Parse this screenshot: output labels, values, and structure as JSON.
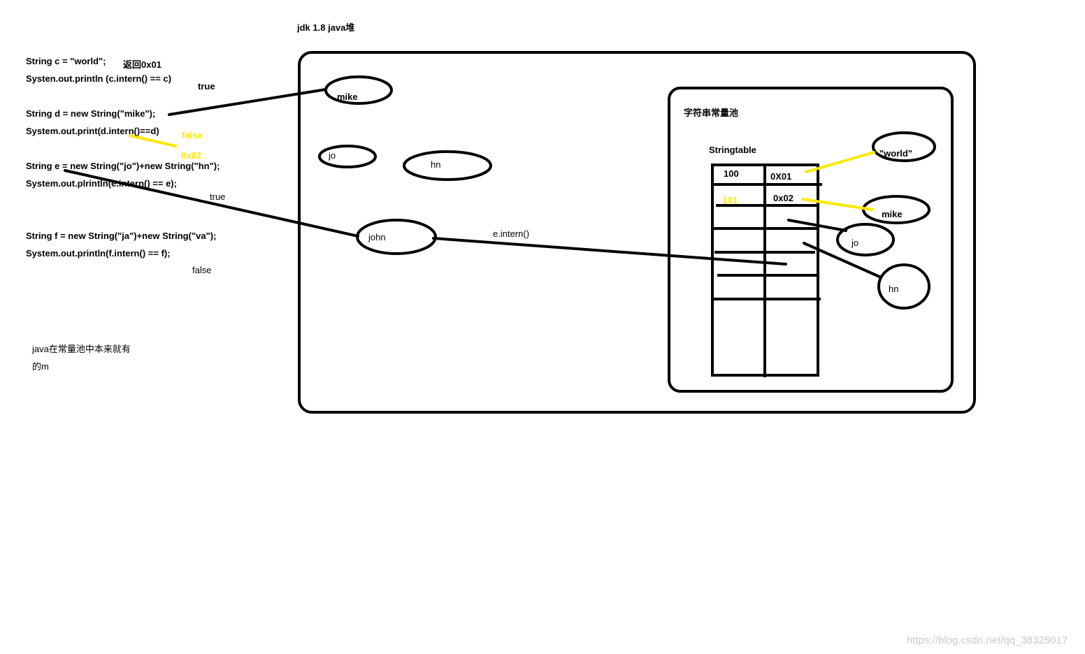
{
  "title": "jdk 1.8  java堆",
  "code": {
    "line1": "String  c = \"world\";",
    "line1_note": "返回0x01",
    "line2": "Systen.out.println  (c.intern() == c)",
    "line2_result": "true",
    "line3": "String d = new String(\"mike\");",
    "line4": "System.out.print(d.intern()==d)",
    "line4_result": "false",
    "line4_addr": "0x02",
    "line5": "String  e = new String(\"jo\")+new String(\"hn\");",
    "line6": "System.out.plrintln(e.intern() == e);",
    "line6_result": "true",
    "line7": "String f = new String(\"ja\")+new String(\"va\");",
    "line8": "System.out.println(f.intern() == f);",
    "line8_result": "false"
  },
  "note": {
    "line1": "java在常量池中本来就有",
    "line2": "的m"
  },
  "heap": {
    "obj_mike": "mike",
    "obj_jo": "jo",
    "obj_hn": "hn",
    "obj_john": "john",
    "intern_label": "e.intern()"
  },
  "pool": {
    "label": "字符串常量池",
    "table_label": "Stringtable",
    "row1_key": "100",
    "row1_val": "0X01",
    "row2_key": "101",
    "row2_val": "0x02",
    "str_world": "\"world\"",
    "str_mike": "mike",
    "str_jo": "jo",
    "str_hn": "hn"
  },
  "watermark": "https://blog.csdn.net/qq_38325017",
  "colors": {
    "ink": "#000000",
    "highlight": "#ffe800",
    "background": "#ffffff"
  }
}
